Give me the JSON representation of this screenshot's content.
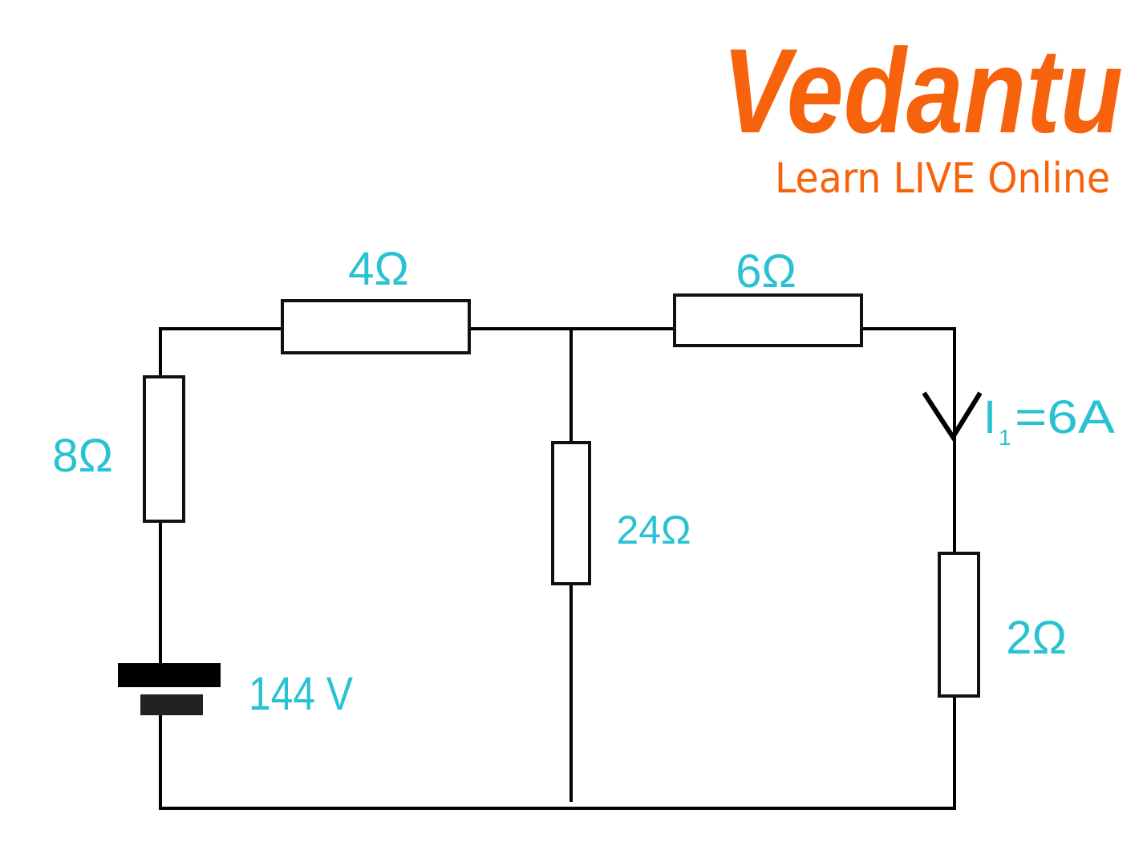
{
  "logo": {
    "brand": "Vedantu",
    "tagline": "Learn LIVE Online",
    "color": "#f7630c"
  },
  "circuit": {
    "resistors": {
      "r_top_left": "4Ω",
      "r_top_right": "6Ω",
      "r_left": "8Ω",
      "r_middle": "24Ω",
      "r_right": "2Ω"
    },
    "battery": "144 V",
    "current": {
      "symbol": "I",
      "subscript": "1",
      "value": "=6A"
    },
    "label_color": "#29c2d2"
  }
}
